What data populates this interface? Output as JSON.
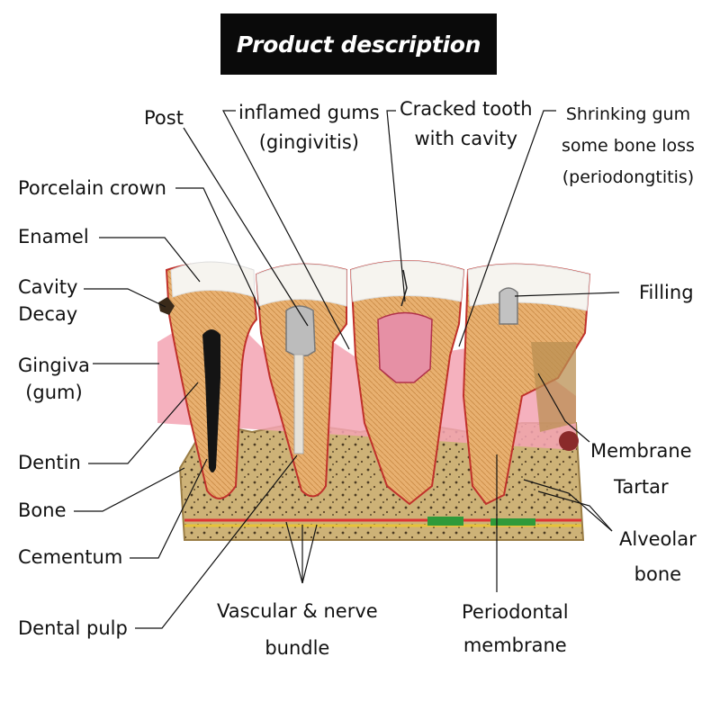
{
  "header": {
    "title": "Product description"
  },
  "labels": {
    "post": "Post",
    "inflamed": [
      "inflamed gums",
      "(gingivitis)"
    ],
    "cracked": [
      "Cracked tooth",
      "with cavity"
    ],
    "shrinking": [
      "Shrinking gum",
      "some bone loss",
      "(periodongtitis)"
    ],
    "porcelain": "Porcelain crown",
    "enamel": "Enamel",
    "cavity": [
      "Cavity",
      "Decay"
    ],
    "gingiva": [
      "Gingiva",
      "(gum)"
    ],
    "dentin": "Dentin",
    "bone": "Bone",
    "cementum": "Cementum",
    "pulp": "Dental pulp",
    "filling": "Filling",
    "membrane_tartar": [
      "Membrane",
      "Tartar"
    ],
    "alveolar": [
      "Alveolar",
      "bone"
    ],
    "vascular": [
      "Vascular & nerve",
      "bundle"
    ],
    "periodontal": [
      "Periodontal",
      "membrane"
    ]
  }
}
